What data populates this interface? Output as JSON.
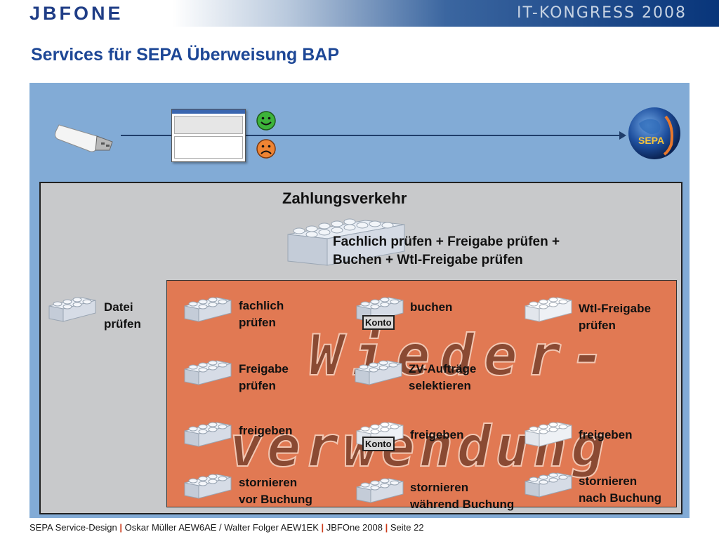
{
  "header": {
    "logo": "JBFONE",
    "event": "IT-KONGRESS 2008"
  },
  "slide": {
    "title": "Services für SEPA Überweisung BAP"
  },
  "flow": {
    "sepa_badge": "SEPA"
  },
  "zahlungsverkehr": {
    "title": "Zahlungsverkehr",
    "combined_line1": "Fachlich prüfen + Freigabe prüfen +",
    "combined_line2": "Buchen + Wtl-Freigabe prüfen"
  },
  "services": {
    "datei": [
      "Datei",
      "prüfen"
    ],
    "fachlich": [
      "fachlich",
      "prüfen"
    ],
    "buchen": "buchen",
    "wtl_freigabe": [
      "Wtl-Freigabe",
      "prüfen"
    ],
    "freigabe_pruefen": [
      "Freigabe",
      "prüfen"
    ],
    "zv_auftraege": [
      "ZV-Aufträge",
      "selektieren"
    ],
    "freigeben_1": "freigeben",
    "freigeben_2": "freigeben",
    "freigeben_3": "freigeben",
    "stornieren_vor": [
      "stornieren",
      "vor Buchung"
    ],
    "stornieren_waehrend": [
      "stornieren",
      "während Buchung"
    ],
    "stornieren_nach": [
      "stornieren",
      "nach Buchung"
    ],
    "konto_1": "Konto",
    "konto_2": "Konto"
  },
  "watermark": {
    "line1": "Wieder-",
    "line2": "verwendung"
  },
  "footer": {
    "part1": "SEPA Service-Design",
    "part2": "Oskar Müller AEW6AE / Walter Folger AEW1EK",
    "part3": "JBFOne 2008",
    "part4": "Seite 22"
  },
  "colors": {
    "title_blue": "#1d4796",
    "panel_blue": "#82abd6",
    "panel_gray": "#c8c9cb",
    "panel_orange": "#e17953",
    "watermark_brown": "#8a4a33"
  }
}
